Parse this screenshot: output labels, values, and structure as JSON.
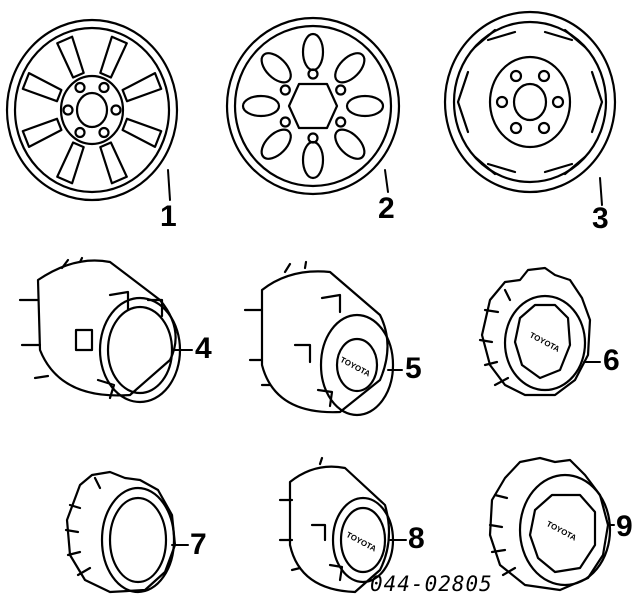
{
  "diagram": {
    "callouts": [
      "1",
      "2",
      "3",
      "4",
      "5",
      "6",
      "7",
      "8",
      "9"
    ],
    "part_number": "044-02805",
    "cap_logo_text": "TOYOTA"
  },
  "parts": [
    {
      "callout": "1",
      "name": "alloy-wheel-8-spoke-icon"
    },
    {
      "callout": "2",
      "name": "steel-wheel-slotted-icon"
    },
    {
      "callout": "3",
      "name": "wheel-with-hubcap-icon"
    },
    {
      "callout": "4",
      "name": "open-center-cap-icon"
    },
    {
      "callout": "5",
      "name": "center-cap-with-emblem-icon"
    },
    {
      "callout": "6",
      "name": "notched-center-cap-icon"
    },
    {
      "callout": "7",
      "name": "open-notched-cap-icon"
    },
    {
      "callout": "8",
      "name": "small-center-cap-icon"
    },
    {
      "callout": "9",
      "name": "large-notched-cap-icon"
    }
  ]
}
